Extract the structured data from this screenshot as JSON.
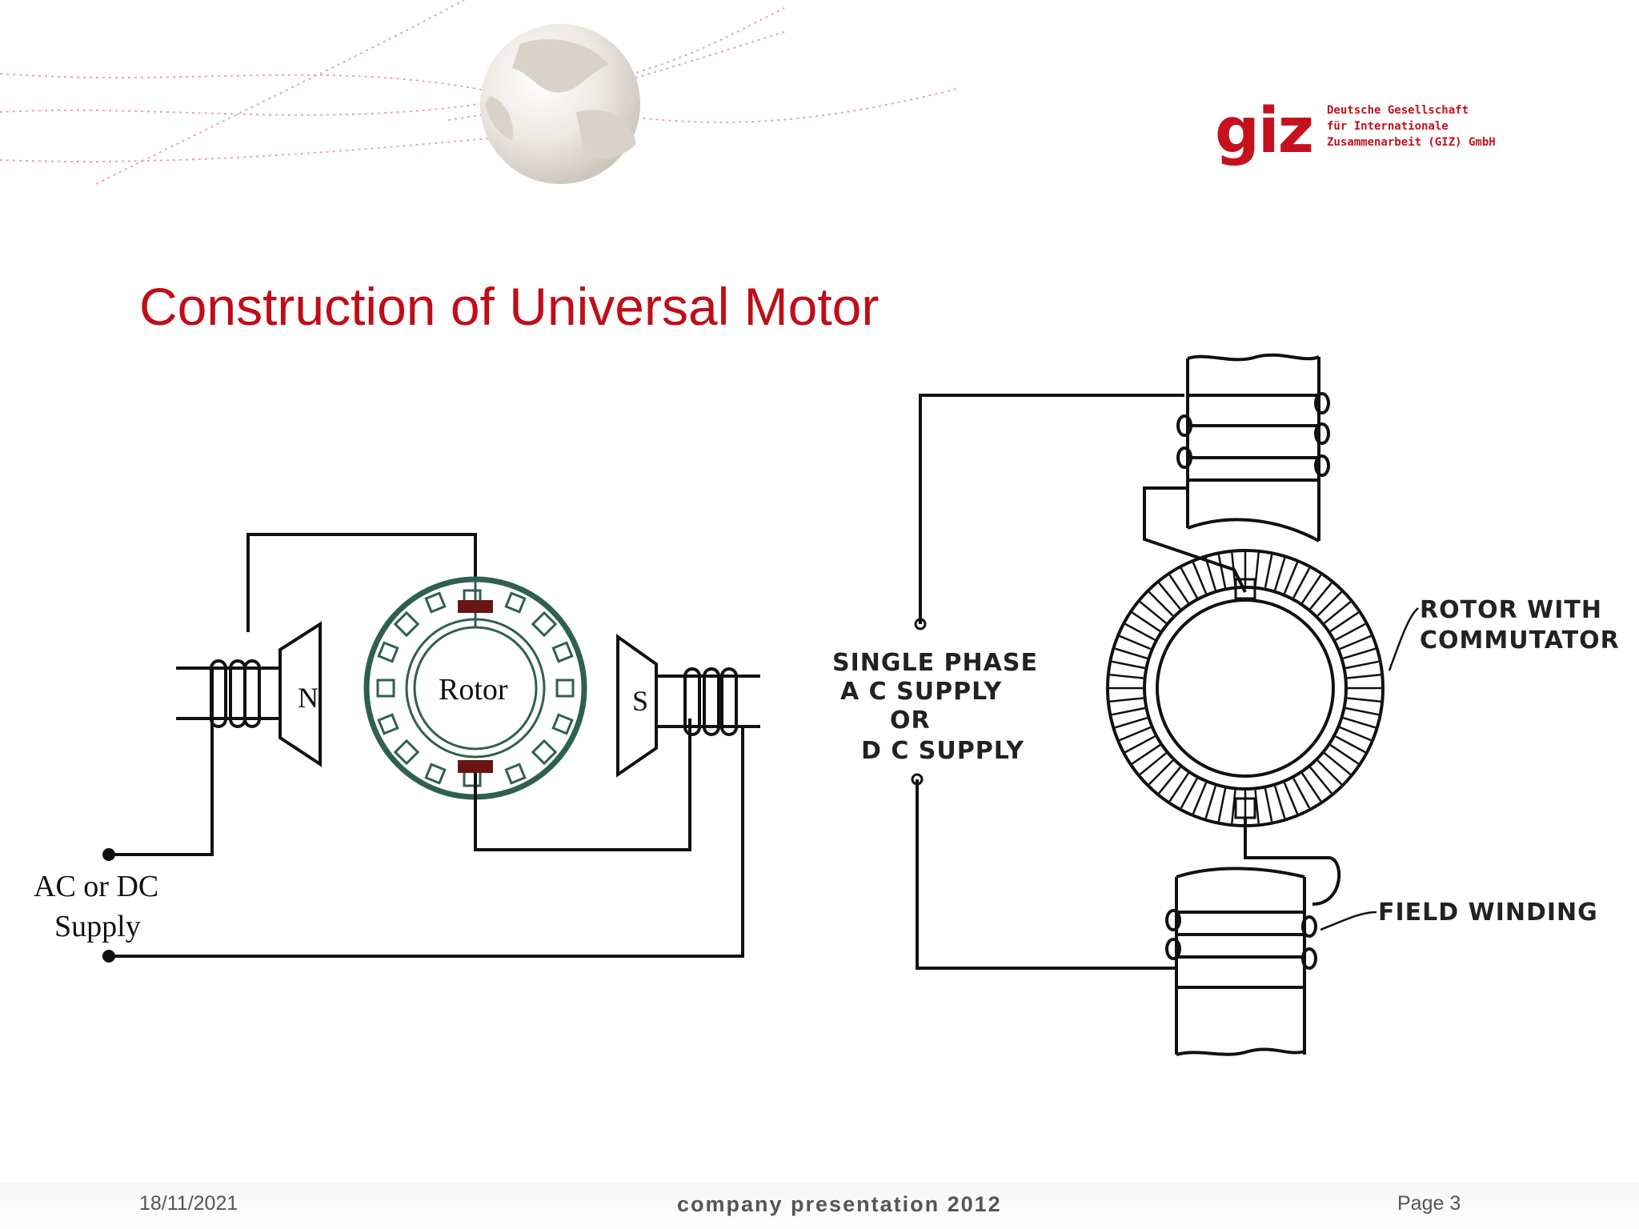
{
  "logo": {
    "mark": "giz",
    "lines": [
      "Deutsche Gesellschaft",
      "für Internationale",
      "Zusammenarbeit (GIZ) GmbH"
    ]
  },
  "title": "Construction of Universal Motor",
  "left_diagram": {
    "pole_north": "N",
    "pole_south": "S",
    "rotor_label": "Rotor",
    "supply_line1": "AC or DC",
    "supply_line2": "Supply"
  },
  "right_diagram": {
    "supply_lines": [
      "SINGLE  PHASE",
      "A C  SUPPLY",
      "OR",
      "D C  SUPPLY"
    ],
    "rotor_label_lines": [
      "ROTOR  WITH",
      "COMMUTATOR"
    ],
    "field_label": "FIELD  WINDING"
  },
  "footer": {
    "date": "18/11/2021",
    "center": "company presentation 2012",
    "page": "Page 3"
  },
  "colors": {
    "brand_red": "#c5111e",
    "title_red": "#c00d17",
    "stator_green": "#2f5f52",
    "brush_maroon": "#6b1414"
  }
}
